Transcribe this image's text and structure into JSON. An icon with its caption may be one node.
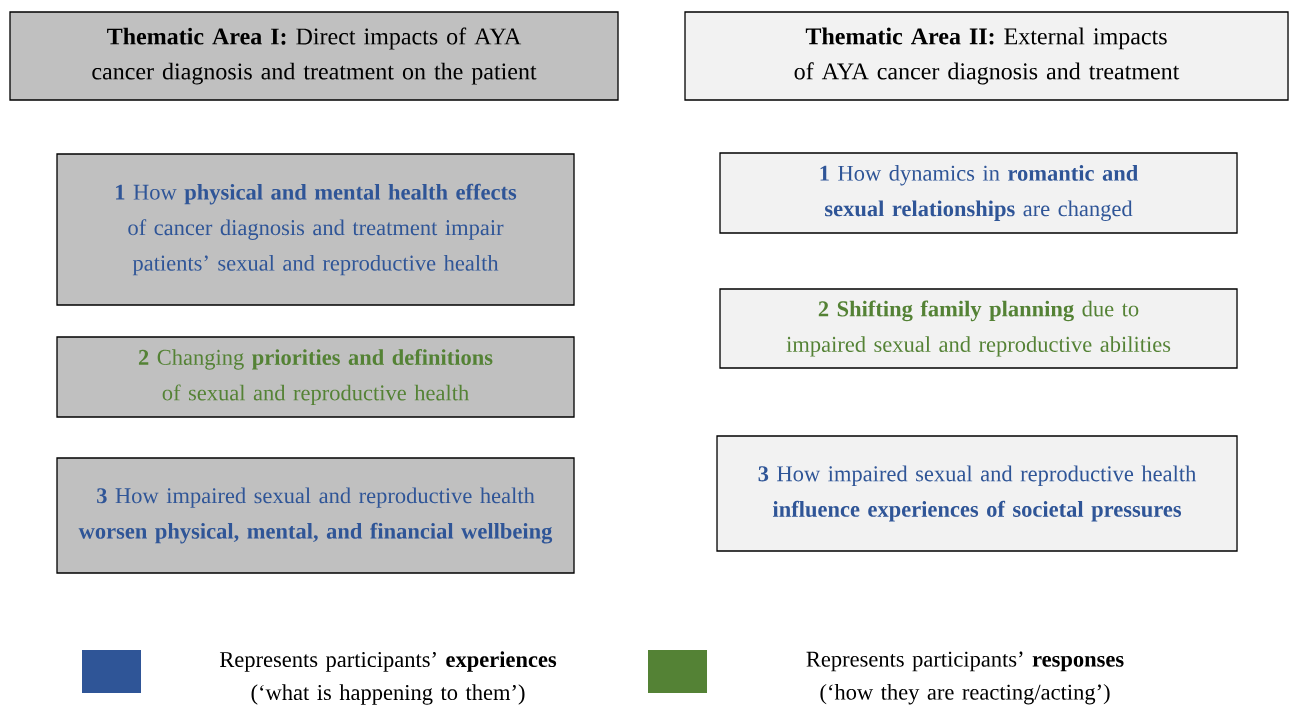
{
  "diagram": {
    "nodes": [
      {
        "text": [
          "**Thematic Area I:** Direct impacts of AYA cancer diagnosis and treatment on the patient"
        ]
      },
      {
        "text": [
          "**Thematic Area II:** External impacts of AYA cancer diagnosis and treatment"
        ]
      },
      {
        "text": [
          "**1** How **physical and mental health effects** of cancer diagnosis and treatment impair patients’ sexual and reproductive health"
        ]
      },
      {
        "text": [
          "**2** Changing **priorities and definitions** of sexual and reproductive health"
        ]
      },
      {
        "text": [
          "**3** How impaired sexual and reproductive health **worsen physical, mental, and financial wellbeing**"
        ]
      },
      {
        "text": [
          "**1** How dynamics in **romantic and sexual relationships** are changed"
        ]
      },
      {
        "text": [
          "**2 Shifting family planning** due to impaired sexual and reproductive abilities"
        ]
      },
      {
        "text": [
          "**3** How impaired sexual and reproductive health **influence experiences of societal pressures**"
        ]
      }
    ],
    "legend": [
      {
        "text": "Represents participants’ **experiences** (‘what is happening to them’)",
        "color": "#2f5597"
      },
      {
        "text": "Represents participants’ **responses** (‘how they are reacting/acting’)",
        "color": "#548235"
      }
    ]
  }
}
